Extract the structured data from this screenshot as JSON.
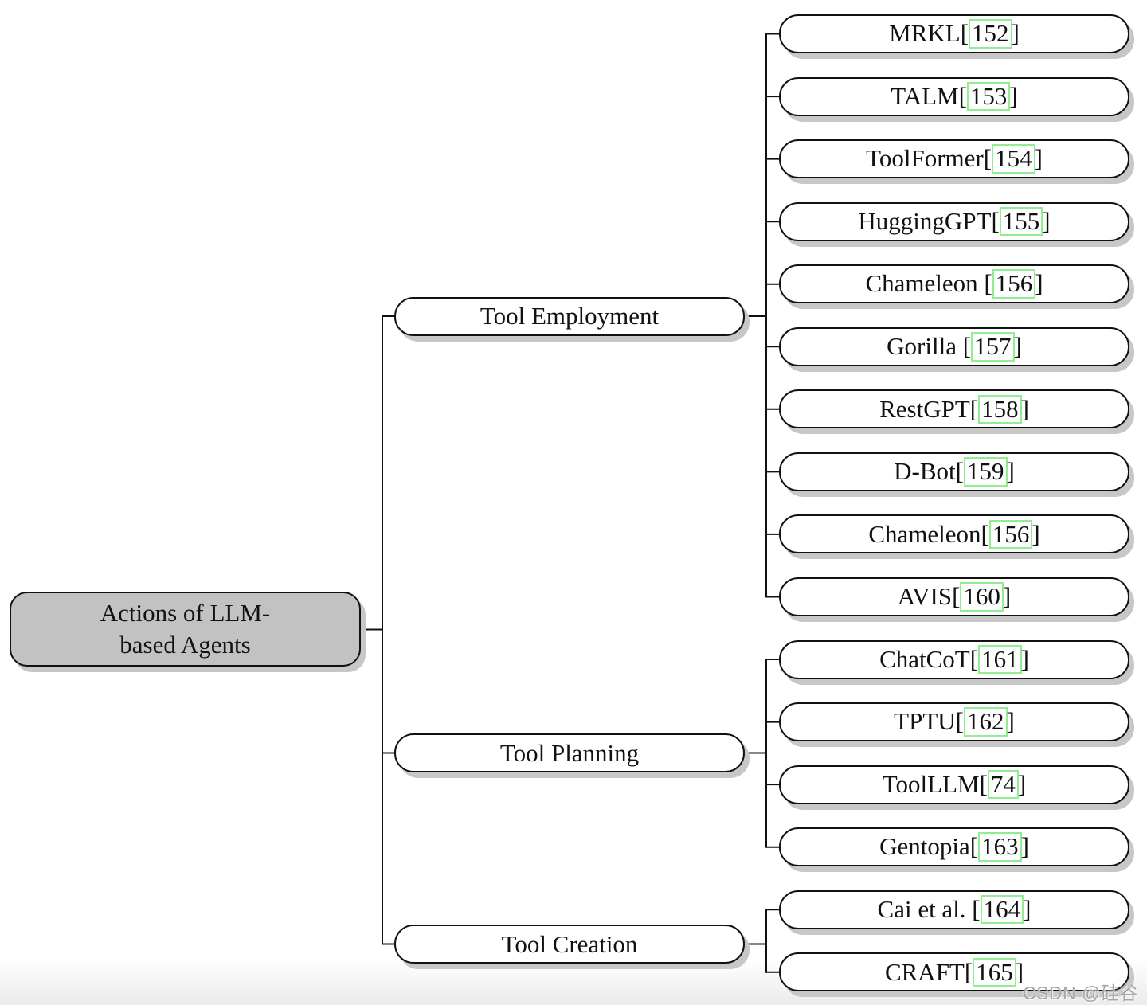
{
  "root": {
    "line1": "Actions of LLM-",
    "line2": "based Agents"
  },
  "branches": [
    {
      "label": "Tool Employment",
      "children": [
        {
          "pre": "MRKL[",
          "num": "152",
          "post": "]"
        },
        {
          "pre": "TALM[",
          "num": "153",
          "post": "]"
        },
        {
          "pre": "ToolFormer[",
          "num": "154",
          "post": "]"
        },
        {
          "pre": "HuggingGPT[",
          "num": "155",
          "post": "]"
        },
        {
          "pre": "Chameleon [",
          "num": "156",
          "post": "]"
        },
        {
          "pre": "Gorilla [",
          "num": "157",
          "post": "]"
        },
        {
          "pre": "RestGPT[",
          "num": "158",
          "post": "]"
        },
        {
          "pre": "D-Bot[",
          "num": "159",
          "post": "]"
        },
        {
          "pre": "Chameleon[",
          "num": "156",
          "post": "]"
        },
        {
          "pre": "AVIS[",
          "num": "160",
          "post": "]"
        }
      ]
    },
    {
      "label": "Tool Planning",
      "children": [
        {
          "pre": "ChatCoT[",
          "num": "161",
          "post": "]"
        },
        {
          "pre": "TPTU[",
          "num": "162",
          "post": "]"
        },
        {
          "pre": "ToolLLM[",
          "num": "74",
          "post": "]"
        },
        {
          "pre": "Gentopia[",
          "num": "163",
          "post": "]"
        }
      ]
    },
    {
      "label": "Tool Creation",
      "children": [
        {
          "pre": "Cai et al. [",
          "num": "164",
          "post": "]"
        },
        {
          "pre": "CRAFT[",
          "num": "165",
          "post": "]"
        }
      ]
    }
  ],
  "colors": {
    "root_fill": "#c2c2c2",
    "node_fill": "#ffffff",
    "node_border": "#111111",
    "connector": "#111111",
    "citation_box": "#90ee90",
    "shadow": "#c7c7c7"
  },
  "watermark": "CSDN @硅谷秋水"
}
